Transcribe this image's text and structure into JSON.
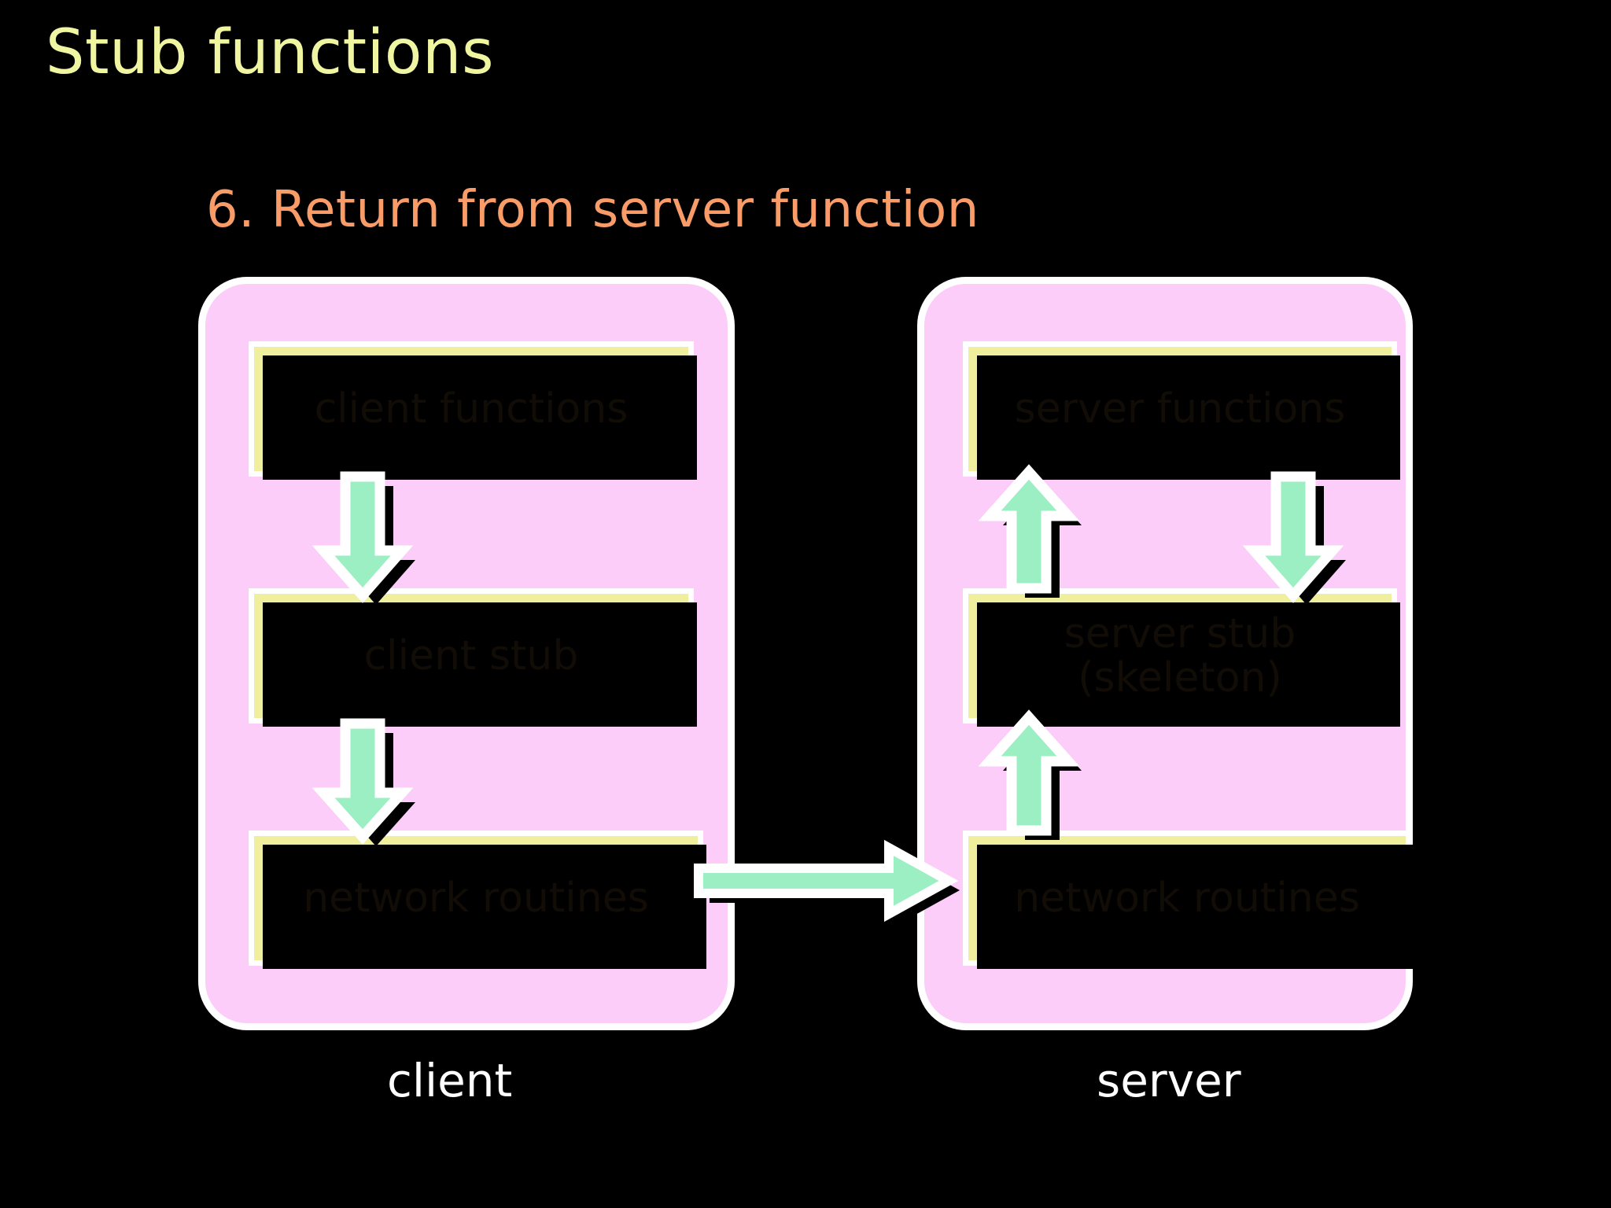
{
  "slide": {
    "title": "Stub functions",
    "subtitle": "6. Return from server function",
    "background_color": "#000000",
    "title_color": "#EFF5A0",
    "subtitle_color": "#FA9C68"
  },
  "palette": {
    "panel_fill": "#FBCDF8",
    "panel_outline": "#FFFFFF",
    "box_fill": "#EFEF9E",
    "box_outline": "#FFFFFF",
    "box_text": "#120C06",
    "arrow_fill": "#9BEFC2",
    "arrow_outline": "#FFFFFF",
    "shadow": "#000000",
    "foot_label_color": "#FFFFFF"
  },
  "diagram": {
    "type": "block-diagram",
    "panels": [
      {
        "id": "client",
        "foot_label": "client",
        "boxes": [
          {
            "id": "client-functions",
            "label": "client functions"
          },
          {
            "id": "client-stub",
            "label": "client stub"
          },
          {
            "id": "client-network",
            "label": "network routines"
          }
        ]
      },
      {
        "id": "server",
        "foot_label": "server",
        "boxes": [
          {
            "id": "server-functions",
            "label": "server functions"
          },
          {
            "id": "server-stub",
            "label": "server stub\n(skeleton)"
          },
          {
            "id": "server-network",
            "label": "network routines"
          }
        ]
      }
    ],
    "arrows": [
      {
        "id": "client-functions-to-client-stub",
        "direction": "down",
        "from": "client functions",
        "to": "client stub"
      },
      {
        "id": "client-stub-to-client-network",
        "direction": "down",
        "from": "client stub",
        "to": "network routines"
      },
      {
        "id": "client-network-to-server-network",
        "direction": "right",
        "from": "network routines",
        "to": "network routines"
      },
      {
        "id": "server-network-to-server-stub",
        "direction": "up",
        "from": "network routines",
        "to": "server stub (skeleton)"
      },
      {
        "id": "server-stub-to-server-functions",
        "direction": "up",
        "from": "server stub (skeleton)",
        "to": "server functions"
      },
      {
        "id": "server-functions-to-server-stub",
        "direction": "down",
        "from": "server functions",
        "to": "server stub (skeleton)"
      }
    ]
  }
}
